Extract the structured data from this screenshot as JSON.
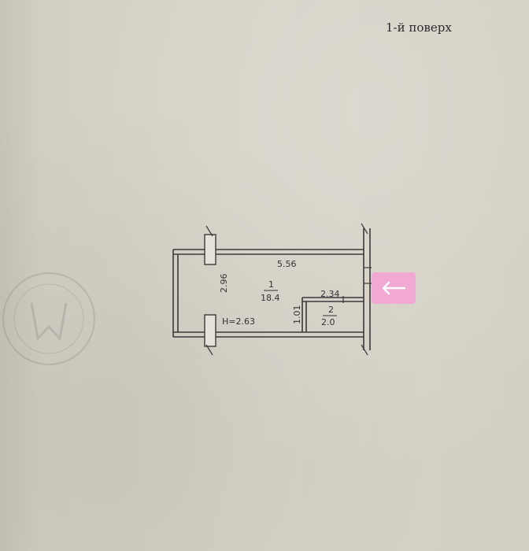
{
  "header": {
    "floor_label": "1-й поверх"
  },
  "plan": {
    "room1": {
      "number": "1",
      "area": "18.4"
    },
    "room2": {
      "number": "2",
      "area": "2.0"
    },
    "dimensions": {
      "length": "5.56",
      "width": "2.96",
      "height": "Н=2.63",
      "partition": "1.01",
      "room2_length": "2.34"
    }
  },
  "colors": {
    "paper": "#d3cfc3",
    "line": "#3a3a3a",
    "badge": "#f1a9d4"
  },
  "icons": {
    "entrance": "arrow-left-icon"
  }
}
